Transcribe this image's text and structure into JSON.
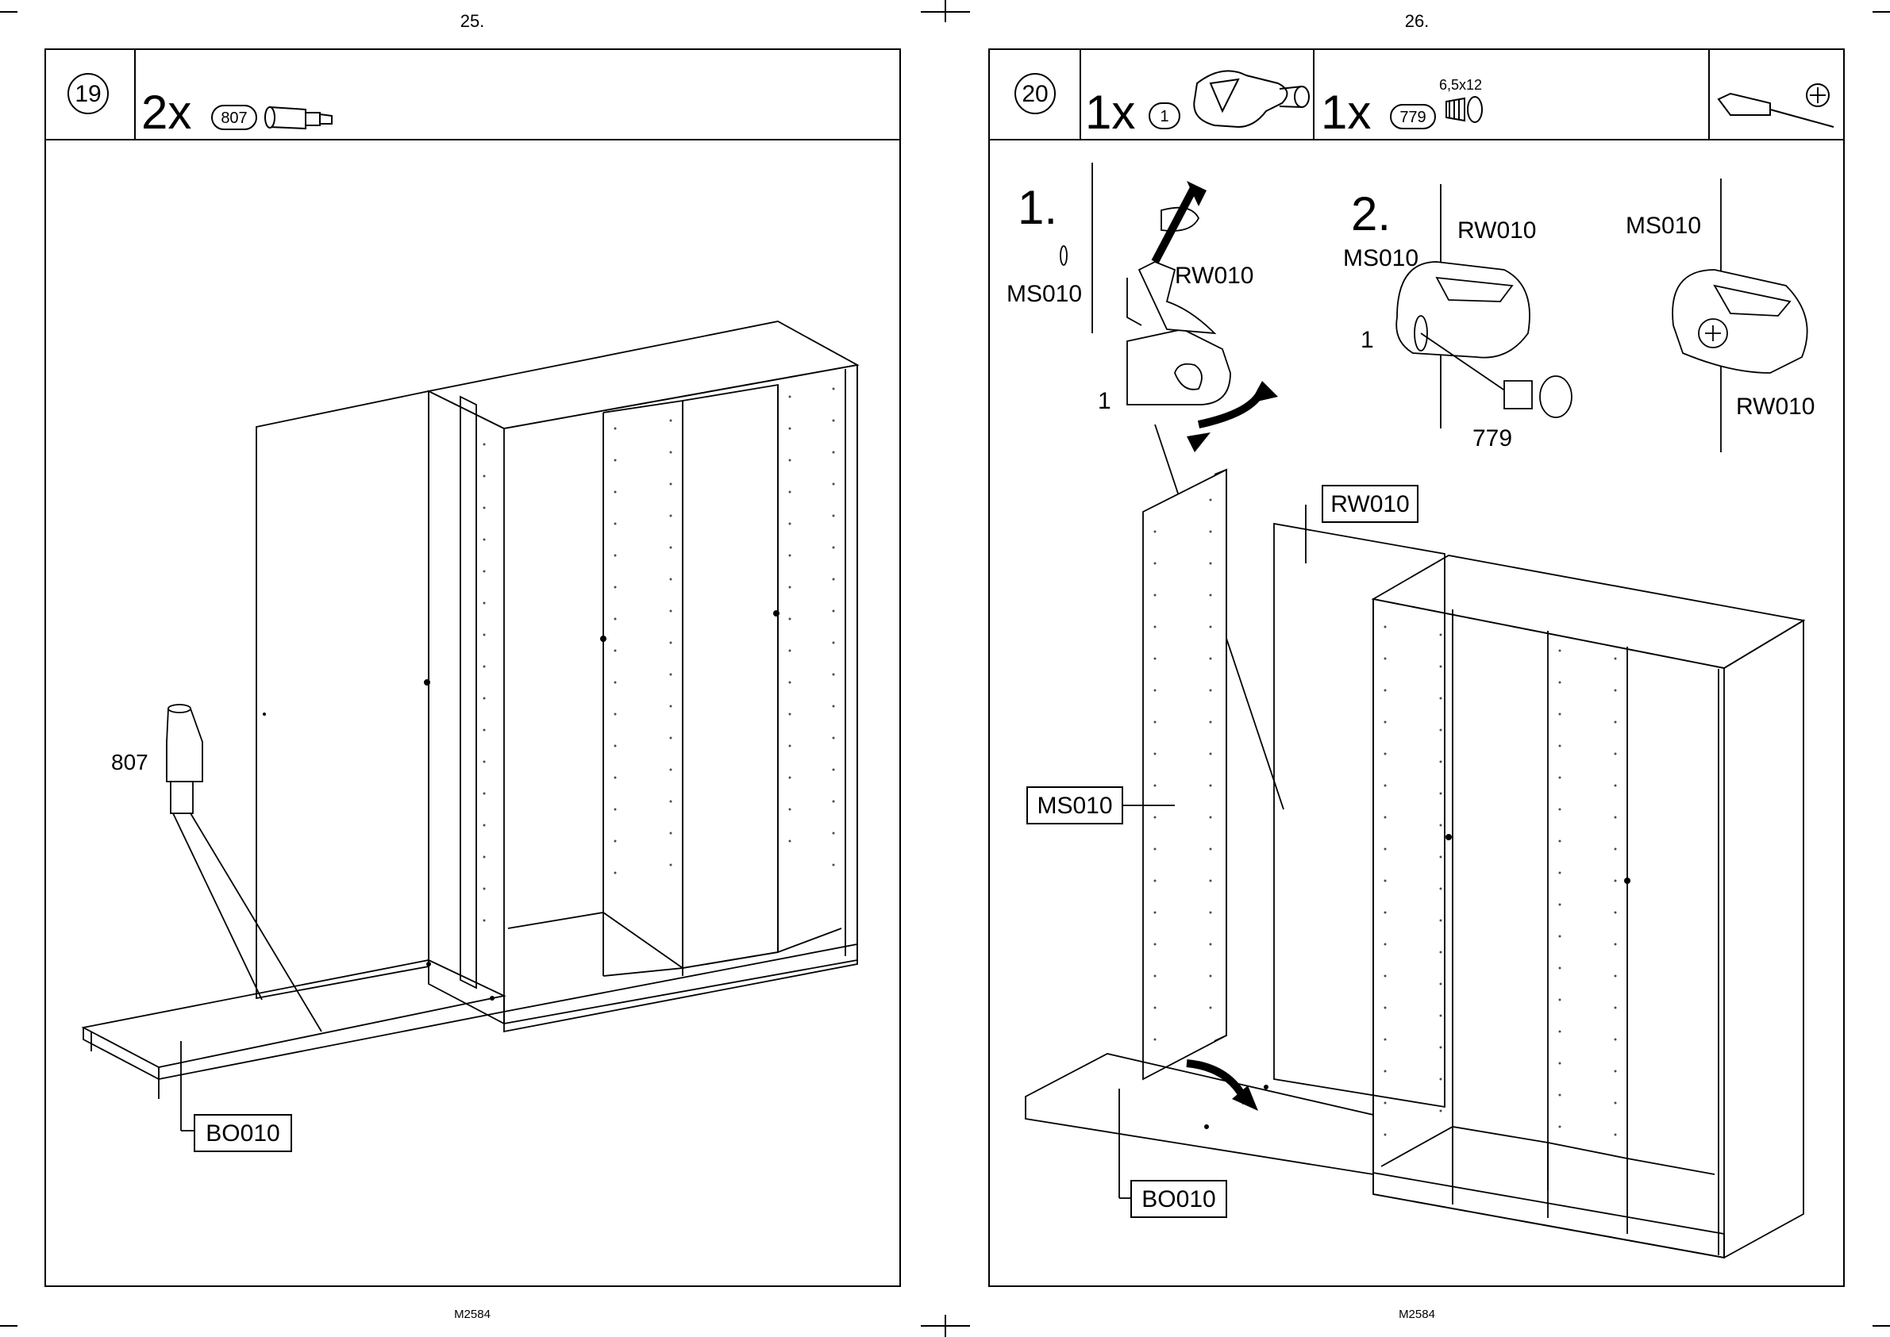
{
  "left_page": {
    "page_number": "25.",
    "footer_code": "M2584",
    "step": {
      "number": "19",
      "quantity": "2x",
      "part_ref": "807"
    },
    "labels": {
      "dowel": "807",
      "panel_box": "BO010"
    }
  },
  "right_page": {
    "page_number": "26.",
    "footer_code": "M2584",
    "step": {
      "number": "20",
      "quantity_1": "1x",
      "part_ref_1": "1",
      "quantity_2": "1x",
      "part_ref_2": "779",
      "screw_size": "6,5x12"
    },
    "detail": {
      "sub1_number": "1.",
      "sub2_number": "2.",
      "ms010_a": "MS010",
      "rw010_a": "RW010",
      "part_1_a": "1",
      "ms010_b": "MS010",
      "rw010_b": "RW010",
      "part_1_b": "1",
      "part_779": "779",
      "ms010_c": "MS010",
      "rw010_c": "RW010"
    },
    "labels": {
      "rw010_box": "RW010",
      "ms010_box": "MS010",
      "bo010_box": "BO010"
    }
  }
}
